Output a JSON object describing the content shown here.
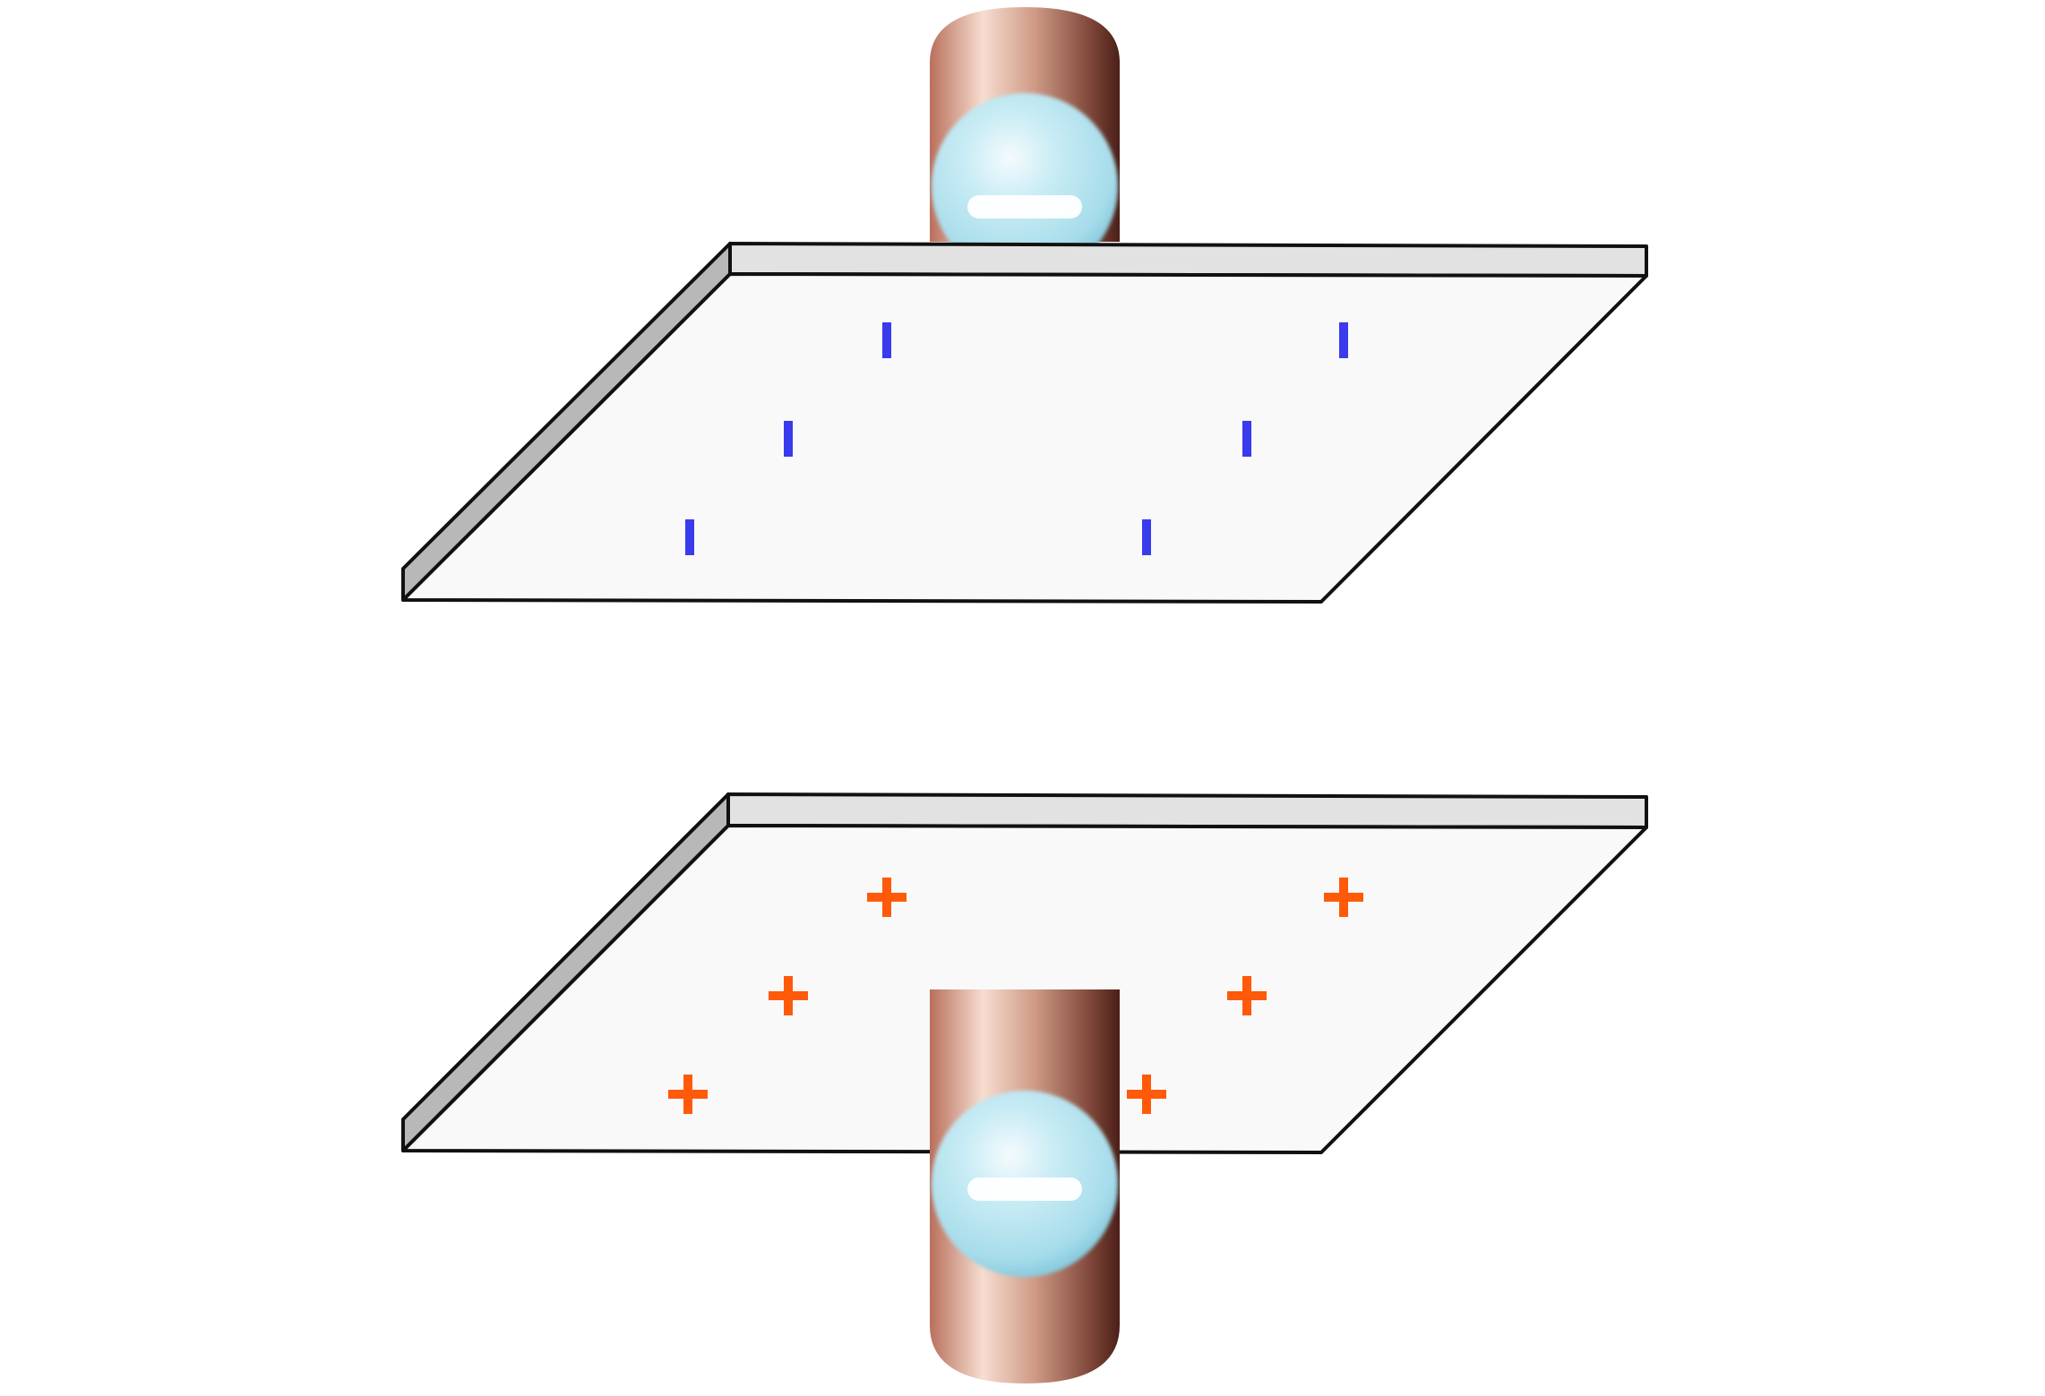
{
  "diagram": {
    "colors": {
      "negative_charge": "#3a3aee",
      "positive_charge": "#ff5a0a",
      "wire_copper": "#b9705c",
      "electron_sphere": "#a6dcea",
      "plate_face": "#f9f9f9",
      "plate_edge": "#e2e2e2"
    },
    "top_plate": {
      "charge_sign": "negative",
      "charge_count": 6
    },
    "bottom_plate": {
      "charge_sign": "positive",
      "charge_count": 6
    },
    "top_wire": {
      "particle": "electron",
      "particle_sign": "negative"
    },
    "bottom_wire": {
      "particle": "electron",
      "particle_sign": "negative"
    }
  }
}
